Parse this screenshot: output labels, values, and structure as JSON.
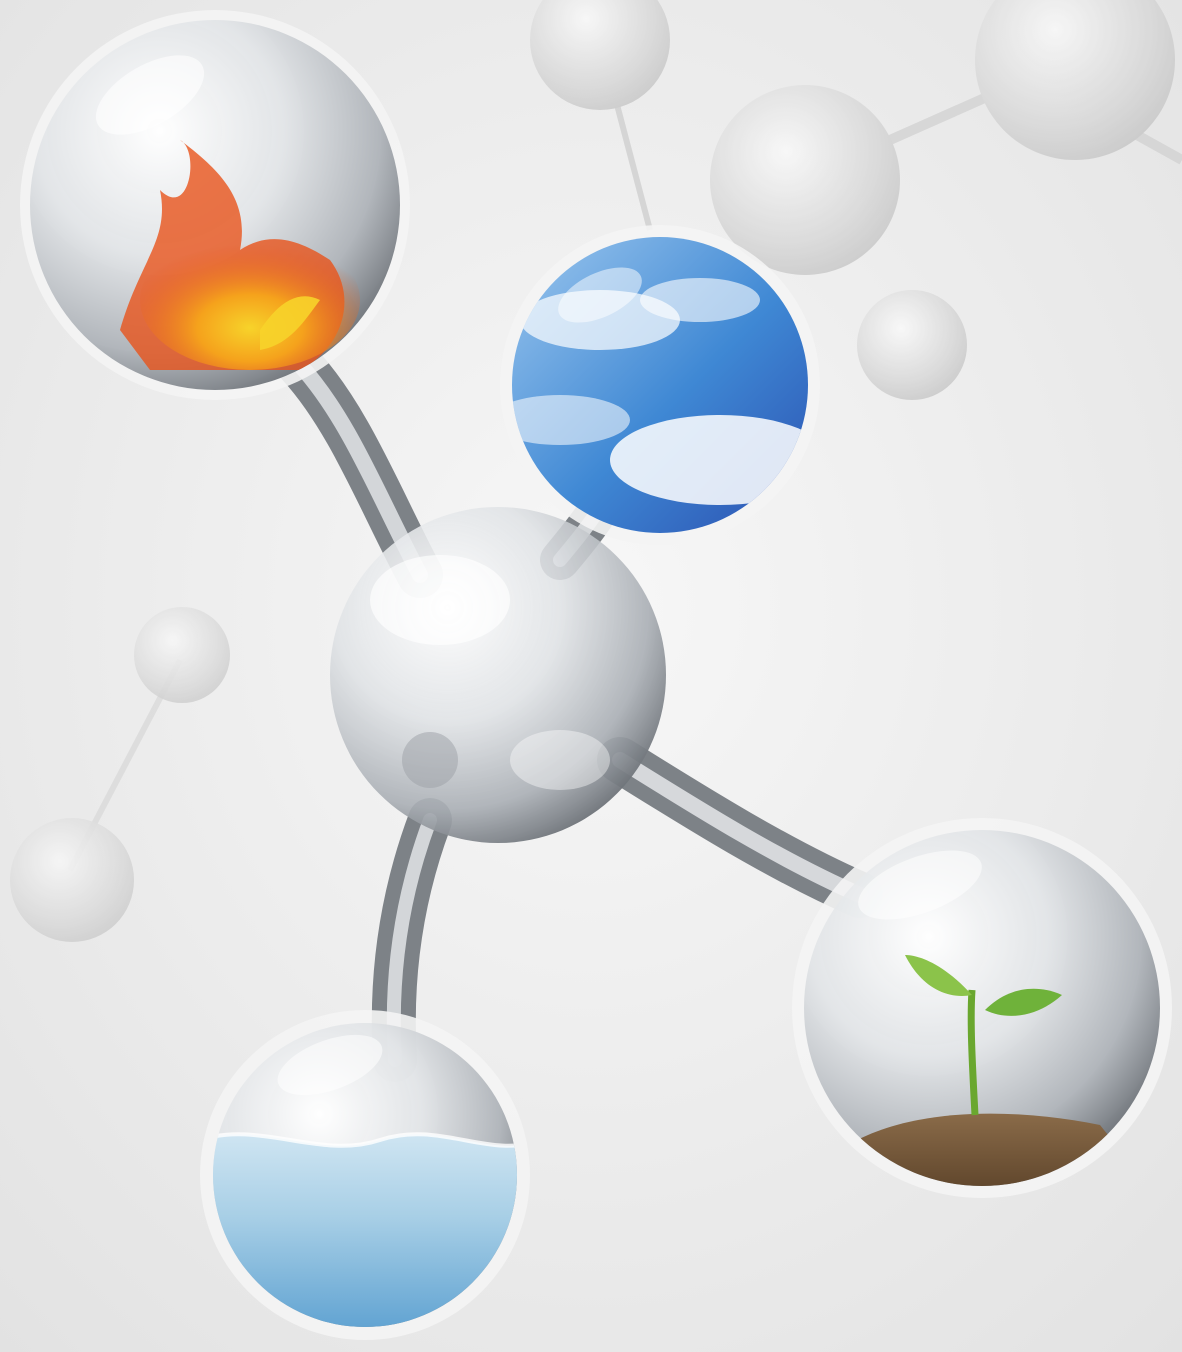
{
  "scene": {
    "type": "molecule-illustration",
    "background_color": "#eeeeee",
    "elements": [
      {
        "name": "fire-sphere",
        "content": "fire",
        "colors": [
          "#e8541b",
          "#f5a21c",
          "#f7d32a"
        ]
      },
      {
        "name": "air-sphere",
        "content": "sky-clouds",
        "colors": [
          "#3f88d4",
          "#9cc7ee",
          "#ffffff"
        ]
      },
      {
        "name": "water-sphere",
        "content": "water",
        "colors": [
          "#5a9fd0",
          "#a8cfe6",
          "#ffffff"
        ]
      },
      {
        "name": "earth-sphere",
        "content": "soil-sprout",
        "colors": [
          "#6b5136",
          "#8bc34a",
          "#4e8f24"
        ]
      }
    ],
    "center_atom": {
      "name": "central-glass-atom",
      "color": "#c9cdd2"
    }
  }
}
